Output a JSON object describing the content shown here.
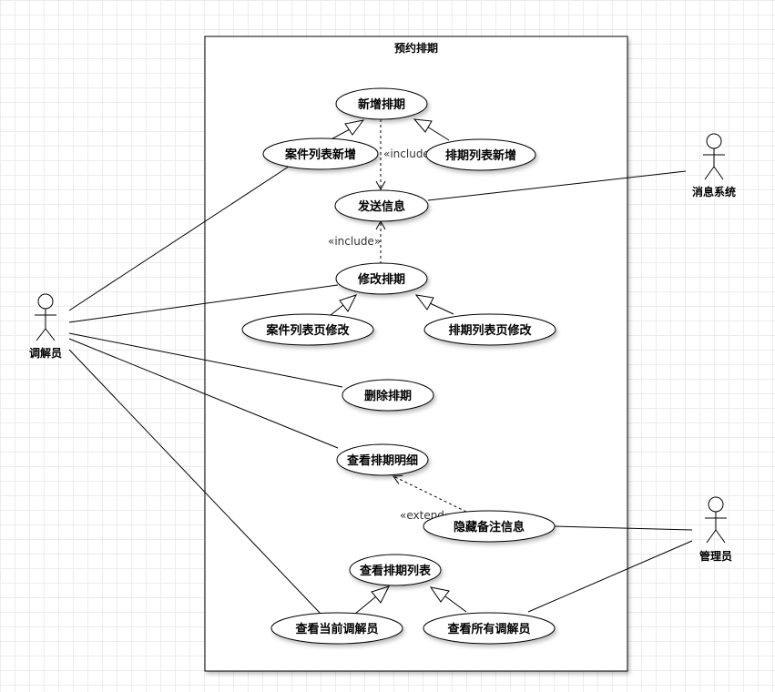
{
  "system_boundary": {
    "title": "预约排期"
  },
  "actors": {
    "mediator": "调解员",
    "message_system": "消息系统",
    "admin": "管理员"
  },
  "use_cases": {
    "add_schedule": "新增排期",
    "case_list_add": "案件列表新增",
    "schedule_list_add": "排期列表新增",
    "send_message": "发送信息",
    "modify_schedule": "修改排期",
    "case_list_modify": "案件列表页修改",
    "schedule_list_modify": "排期列表页修改",
    "delete_schedule": "删除排期",
    "view_schedule_detail": "查看排期明细",
    "hide_remark": "隐藏备注信息",
    "view_schedule_list": "查看排期列表",
    "view_current_mediator": "查看当前调解员",
    "view_all_mediators": "查看所有调解员"
  },
  "relations": {
    "include_1": "«include»",
    "include_2": "«include»",
    "extend_1": "«extend»"
  },
  "colors": {
    "line": "#000000",
    "usecase_fill": "#ffffff"
  }
}
